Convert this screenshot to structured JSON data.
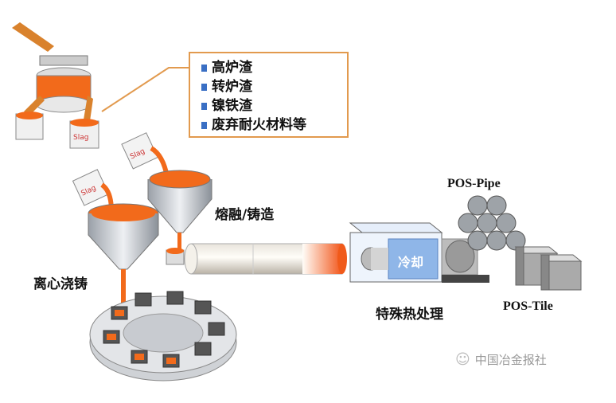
{
  "slag_list": {
    "items": [
      "高炉渣",
      "转炉渣",
      "镍铁渣",
      "废弃耐火材料等"
    ]
  },
  "labels": {
    "bucket": "Slag",
    "melting_casting": "熔融/铸造",
    "centrifugal_casting": "离心浇铸",
    "cooling": "冷却",
    "special_heat_treatment": "特殊热处理",
    "pos_pipe": "POS-Pipe",
    "pos_tile": "POS-Tile"
  },
  "watermark": {
    "text": "中国冶金报社",
    "icon": "wechat-icon"
  },
  "colors": {
    "molten": "#f26a1b",
    "box_border": "#e29a4e",
    "bullet": "#3a6fc4",
    "cooling_panel": "#8fb6e8"
  }
}
